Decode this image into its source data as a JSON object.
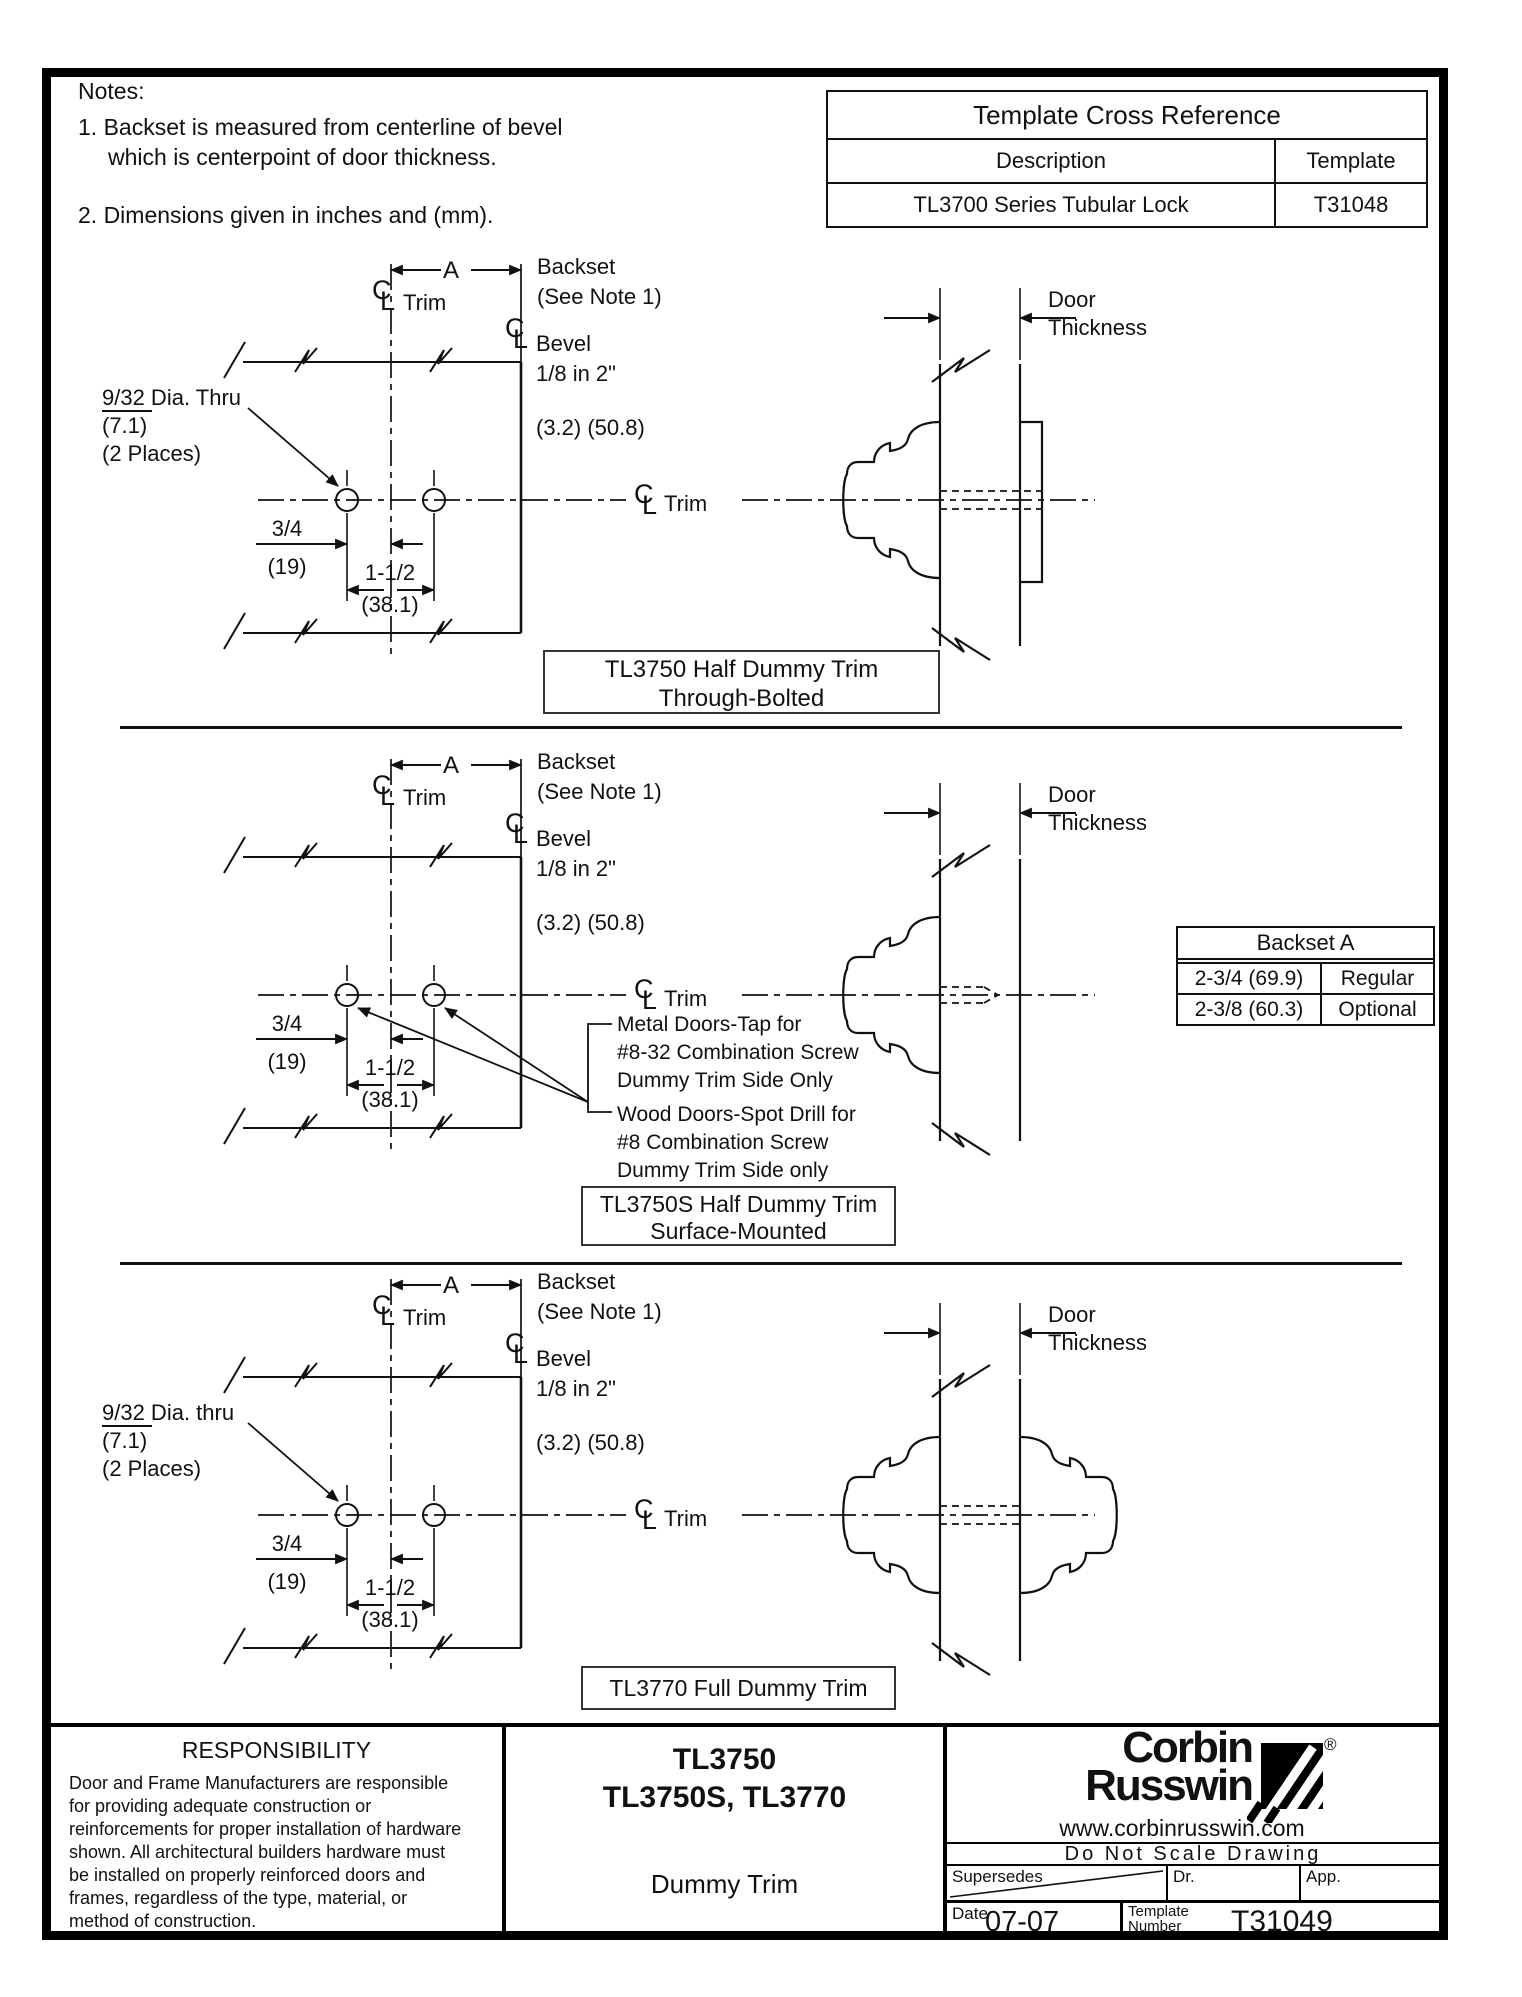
{
  "notes": {
    "title": "Notes:",
    "n1a": "1.  Backset is measured from centerline of bevel",
    "n1b": "which is centerpoint of door thickness.",
    "n2": "2.  Dimensions given in inches and (mm)."
  },
  "cross_reference": {
    "title": "Template Cross Reference",
    "col_description": "Description",
    "col_template": "Template",
    "row_description": "TL3700 Series Tubular Lock",
    "row_template": "T31048"
  },
  "symbols": {
    "cl_c": "C",
    "cl_l": "L"
  },
  "labels": {
    "a": "A",
    "backset": "Backset",
    "see_note": "(See Note 1)",
    "trim": "Trim",
    "bevel": "Bevel",
    "bevel_frac": "1/8 in 2\"",
    "bevel_mm": "(3.2) (50.8)",
    "door": "Door",
    "thickness": "Thickness",
    "dia_thru_caps": "9/32 Dia. Thru",
    "dia_thru_lower": "9/32 Dia. thru",
    "dia_mm": "(7.1)",
    "dia_places": "(2 Places)",
    "dim34": "3/4",
    "dim19": "(19)",
    "dim112": "1-1/2",
    "dim381": "(38.1)"
  },
  "screw_notes": {
    "metal": [
      "Metal Doors-Tap for",
      "#8-32 Combination Screw",
      "Dummy Trim Side Only"
    ],
    "wood": [
      "Wood Doors-Spot Drill for",
      "#8 Combination Screw",
      "Dummy Trim Side only"
    ]
  },
  "backset_table": {
    "title": "Backset A",
    "rows": [
      {
        "size": "2-3/4 (69.9)",
        "type": "Regular"
      },
      {
        "size": "2-3/8 (60.3)",
        "type": "Optional"
      }
    ]
  },
  "captions": {
    "tl3750_1": "TL3750 Half Dummy Trim",
    "tl3750_2": "Through-Bolted",
    "tl3750s_1": "TL3750S Half Dummy Trim",
    "tl3750s_2": "Surface-Mounted",
    "tl3770": "TL3770 Full Dummy Trim"
  },
  "responsibility": {
    "title": "RESPONSIBILITY",
    "lines": [
      "Door and Frame Manufacturers are responsible",
      "for providing adequate construction or",
      "reinforcements for proper installation of hardware",
      "shown. All architectural builders hardware must",
      "be installed on properly reinforced doors and",
      "frames, regardless of the type, material, or",
      "method of construction."
    ]
  },
  "title_block": {
    "models_line1": "TL3750",
    "models_line2": "TL3750S, TL3770",
    "product": "Dummy Trim"
  },
  "brand": {
    "name1": "Corbin",
    "name2": "Russwin",
    "reg": "®",
    "url": "www.corbinrusswin.com",
    "do_not_scale": "Do Not Scale Drawing",
    "supersedes": "Supersedes",
    "dr": "Dr.",
    "app": "App.",
    "date_label": "Date",
    "date_value": "07-07",
    "template_label1": "Template",
    "template_label2": "Number",
    "template_value": "T31049"
  }
}
